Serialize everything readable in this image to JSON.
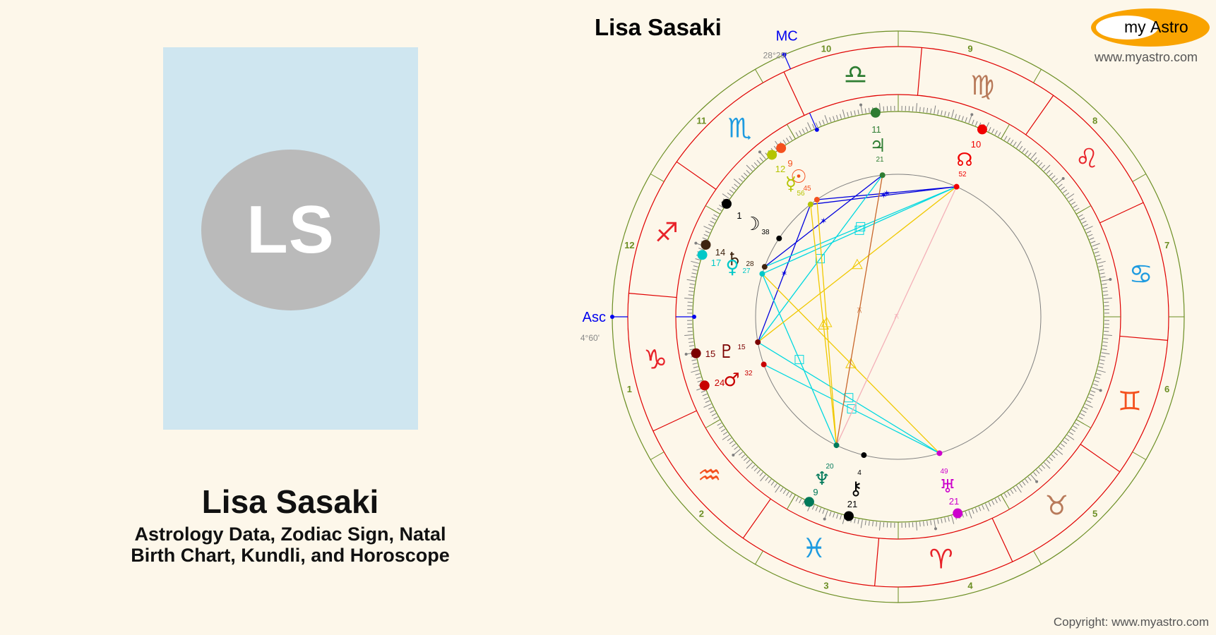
{
  "profile": {
    "initials": "LS",
    "name": "Lisa Sasaki",
    "subtitle_line1": "Astrology Data, Zodiac Sign, Natal",
    "subtitle_line2": "Birth Chart, Kundli, and Horoscope",
    "photo_bg": "#cfe6f0",
    "avatar_bg": "#bababa"
  },
  "chart_header": {
    "title": "Lisa Sasaki"
  },
  "logo": {
    "text_my": "my",
    "text_astro": "Astro",
    "url": "www.myastro.com",
    "color": "#f9a300"
  },
  "footer": {
    "copyright": "Copyright: www.myastro.com"
  },
  "chart_data": {
    "type": "natal-chart-wheel",
    "house_system": "equal",
    "center": [
      1272,
      449
    ],
    "radii": {
      "outer": 405,
      "zodiac_outer": 383,
      "zodiac_inner": 315,
      "ticks": 291,
      "aspects": 202
    },
    "angles": {
      "asc": {
        "label": "Asc",
        "value": "4°60'",
        "longitude": 275.0,
        "sign": "Capricorn"
      },
      "mc": {
        "label": "MC",
        "value": "28°29'",
        "longitude": 208.48,
        "sign": "Libra"
      }
    },
    "houses": [
      {
        "n": "1",
        "cusp": 275
      },
      {
        "n": "2",
        "cusp": 305
      },
      {
        "n": "3",
        "cusp": 335
      },
      {
        "n": "4",
        "cusp": 5
      },
      {
        "n": "5",
        "cusp": 35
      },
      {
        "n": "6",
        "cusp": 65
      },
      {
        "n": "7",
        "cusp": 95
      },
      {
        "n": "8",
        "cusp": 125
      },
      {
        "n": "9",
        "cusp": 155
      },
      {
        "n": "10",
        "cusp": 185
      },
      {
        "n": "11",
        "cusp": 215
      },
      {
        "n": "12",
        "cusp": 245
      }
    ],
    "signs": [
      {
        "name": "Aries",
        "glyph": "♈",
        "color": "#e8232a"
      },
      {
        "name": "Taurus",
        "glyph": "♉",
        "color": "#b87a5a"
      },
      {
        "name": "Gemini",
        "glyph": "♊",
        "color": "#f4511e"
      },
      {
        "name": "Cancer",
        "glyph": "♋",
        "color": "#1e9be0"
      },
      {
        "name": "Leo",
        "glyph": "♌",
        "color": "#e8232a"
      },
      {
        "name": "Virgo",
        "glyph": "♍",
        "color": "#b87a5a"
      },
      {
        "name": "Libra",
        "glyph": "♎",
        "color": "#2e7d32"
      },
      {
        "name": "Scorpio",
        "glyph": "♏",
        "color": "#1e9be0"
      },
      {
        "name": "Sagittarius",
        "glyph": "♐",
        "color": "#e8232a"
      },
      {
        "name": "Capricorn",
        "glyph": "♑",
        "color": "#e8232a"
      },
      {
        "name": "Aquarius",
        "glyph": "♒",
        "color": "#f4511e"
      },
      {
        "name": "Pisces",
        "glyph": "♓",
        "color": "#1e9be0"
      }
    ],
    "planets": [
      {
        "name": "Jupiter",
        "glyph": "♃",
        "deg": "11",
        "min": "21",
        "longitude": 191.35,
        "color": "#2e7d32",
        "glyph_pos": [
          1243,
          206
        ],
        "deg_pos": [
          1241,
          183
        ],
        "min_pos": [
          1246,
          225
        ]
      },
      {
        "name": "North Node",
        "glyph": "☊",
        "deg": "10",
        "min": "52",
        "longitude": 160.87,
        "color": "#f00000",
        "glyph_pos": [
          1366,
          226
        ],
        "deg_pos": [
          1382,
          204
        ],
        "min_pos": [
          1363,
          246
        ]
      },
      {
        "name": "Sun",
        "glyph": "☉",
        "deg": "9",
        "min": "45",
        "longitude": 219.75,
        "color": "#f4511e",
        "glyph_pos": [
          1131,
          250
        ],
        "deg_pos": [
          1119,
          231
        ],
        "min_pos": [
          1143,
          266
        ]
      },
      {
        "name": "Mercury",
        "glyph": "☿",
        "deg": "12",
        "min": "56",
        "longitude": 222.93,
        "color": "#b5c400",
        "glyph_pos": [
          1120,
          260
        ],
        "deg_pos": [
          1105,
          239
        ],
        "min_pos": [
          1134,
          273
        ]
      },
      {
        "name": "Moon",
        "glyph": "☽",
        "deg": "1",
        "min": "38",
        "longitude": 241.63,
        "color": "#000000",
        "glyph_pos": [
          1065,
          317
        ],
        "deg_pos": [
          1047,
          305
        ],
        "min_pos": [
          1084,
          328
        ]
      },
      {
        "name": "Saturn",
        "glyph": "♄",
        "deg": "14",
        "min": "28",
        "longitude": 254.47,
        "color": "#3e2410",
        "glyph_pos": [
          1040,
          367
        ],
        "deg_pos": [
          1020,
          357
        ],
        "min_pos": [
          1062,
          373
        ]
      },
      {
        "name": "Venus",
        "glyph": "♀",
        "deg": "17",
        "min": "27",
        "longitude": 257.45,
        "color": "#00c8c8",
        "glyph_pos": [
          1037,
          378
        ],
        "deg_pos": [
          1014,
          372
        ],
        "min_pos": [
          1057,
          383
        ]
      },
      {
        "name": "Pluto",
        "glyph": "♇",
        "deg": "15",
        "min": "15",
        "longitude": 285.25,
        "color": "#7b0000",
        "glyph_pos": [
          1029,
          498
        ],
        "deg_pos": [
          1006,
          501
        ],
        "min_pos": [
          1050,
          491
        ]
      },
      {
        "name": "Mars",
        "glyph": "♂",
        "deg": "24",
        "min": "32",
        "longitude": 294.53,
        "color": "#c80000",
        "glyph_pos": [
          1036,
          538
        ],
        "deg_pos": [
          1019,
          542
        ],
        "min_pos": [
          1060,
          528
        ]
      },
      {
        "name": "Neptune",
        "glyph": "♆",
        "deg": "9",
        "min": "20",
        "longitude": 339.33,
        "color": "#00795a",
        "glyph_pos": [
          1164,
          678
        ],
        "deg_pos": [
          1155,
          697
        ],
        "min_pos": [
          1175,
          660
        ]
      },
      {
        "name": "Chiron",
        "glyph": "⚷",
        "deg": "21",
        "min": "4",
        "longitude": 351.07,
        "color": "#000000",
        "glyph_pos": [
          1212,
          692
        ],
        "deg_pos": [
          1207,
          714
        ],
        "min_pos": [
          1217,
          669
        ]
      },
      {
        "name": "Uranus",
        "glyph": "♅",
        "deg": "21",
        "min": "49",
        "longitude": 21.82,
        "color": "#cc00cc",
        "glyph_pos": [
          1342,
          689
        ],
        "deg_pos": [
          1351,
          710
        ],
        "min_pos": [
          1337,
          667
        ]
      }
    ],
    "aspects": [
      {
        "p1": "Sun",
        "p2": "North Node",
        "type": "sextile",
        "color": "#0000dd"
      },
      {
        "p1": "Mercury",
        "p2": "North Node",
        "type": "sextile",
        "color": "#0000dd"
      },
      {
        "p1": "Jupiter",
        "p2": "Saturn",
        "type": "sextile",
        "color": "#0000dd"
      },
      {
        "p1": "Mercury",
        "p2": "Pluto",
        "type": "sextile",
        "color": "#0000dd"
      },
      {
        "p1": "Jupiter",
        "p2": "Pluto",
        "type": "square",
        "color": "#00d8e0"
      },
      {
        "p1": "North Node",
        "p2": "Saturn",
        "type": "square",
        "color": "#00d8e0"
      },
      {
        "p1": "North Node",
        "p2": "Venus",
        "type": "square",
        "color": "#00d8e0"
      },
      {
        "p1": "Venus",
        "p2": "Neptune",
        "type": "square",
        "color": "#00d8e0"
      },
      {
        "p1": "Pluto",
        "p2": "Uranus",
        "type": "square",
        "color": "#00d8e0"
      },
      {
        "p1": "Mars",
        "p2": "Uranus",
        "type": "square",
        "color": "#00d8e0"
      },
      {
        "p1": "Sun",
        "p2": "Neptune",
        "type": "trine",
        "color": "#f0c800"
      },
      {
        "p1": "Mercury",
        "p2": "Neptune",
        "type": "trine",
        "color": "#f0c800"
      },
      {
        "p1": "Pluto",
        "p2": "North Node",
        "type": "trine",
        "color": "#f0c800"
      },
      {
        "p1": "Venus",
        "p2": "Uranus",
        "type": "trine",
        "color": "#f0c800"
      },
      {
        "p1": "Jupiter",
        "p2": "Neptune",
        "type": "quincunx",
        "color": "#c8662a"
      },
      {
        "p1": "North Node",
        "p2": "Neptune",
        "type": "opposition-minor",
        "color": "#f4b0b8"
      }
    ],
    "colors": {
      "outer_ring": "#6b8e23",
      "zodiac_ring": "#e00000",
      "house_label": "#6b8e23",
      "ticks": "#808080",
      "aspect_circle": "#808080",
      "angle_line": "#0000ee",
      "angle_value": "#888888"
    }
  }
}
